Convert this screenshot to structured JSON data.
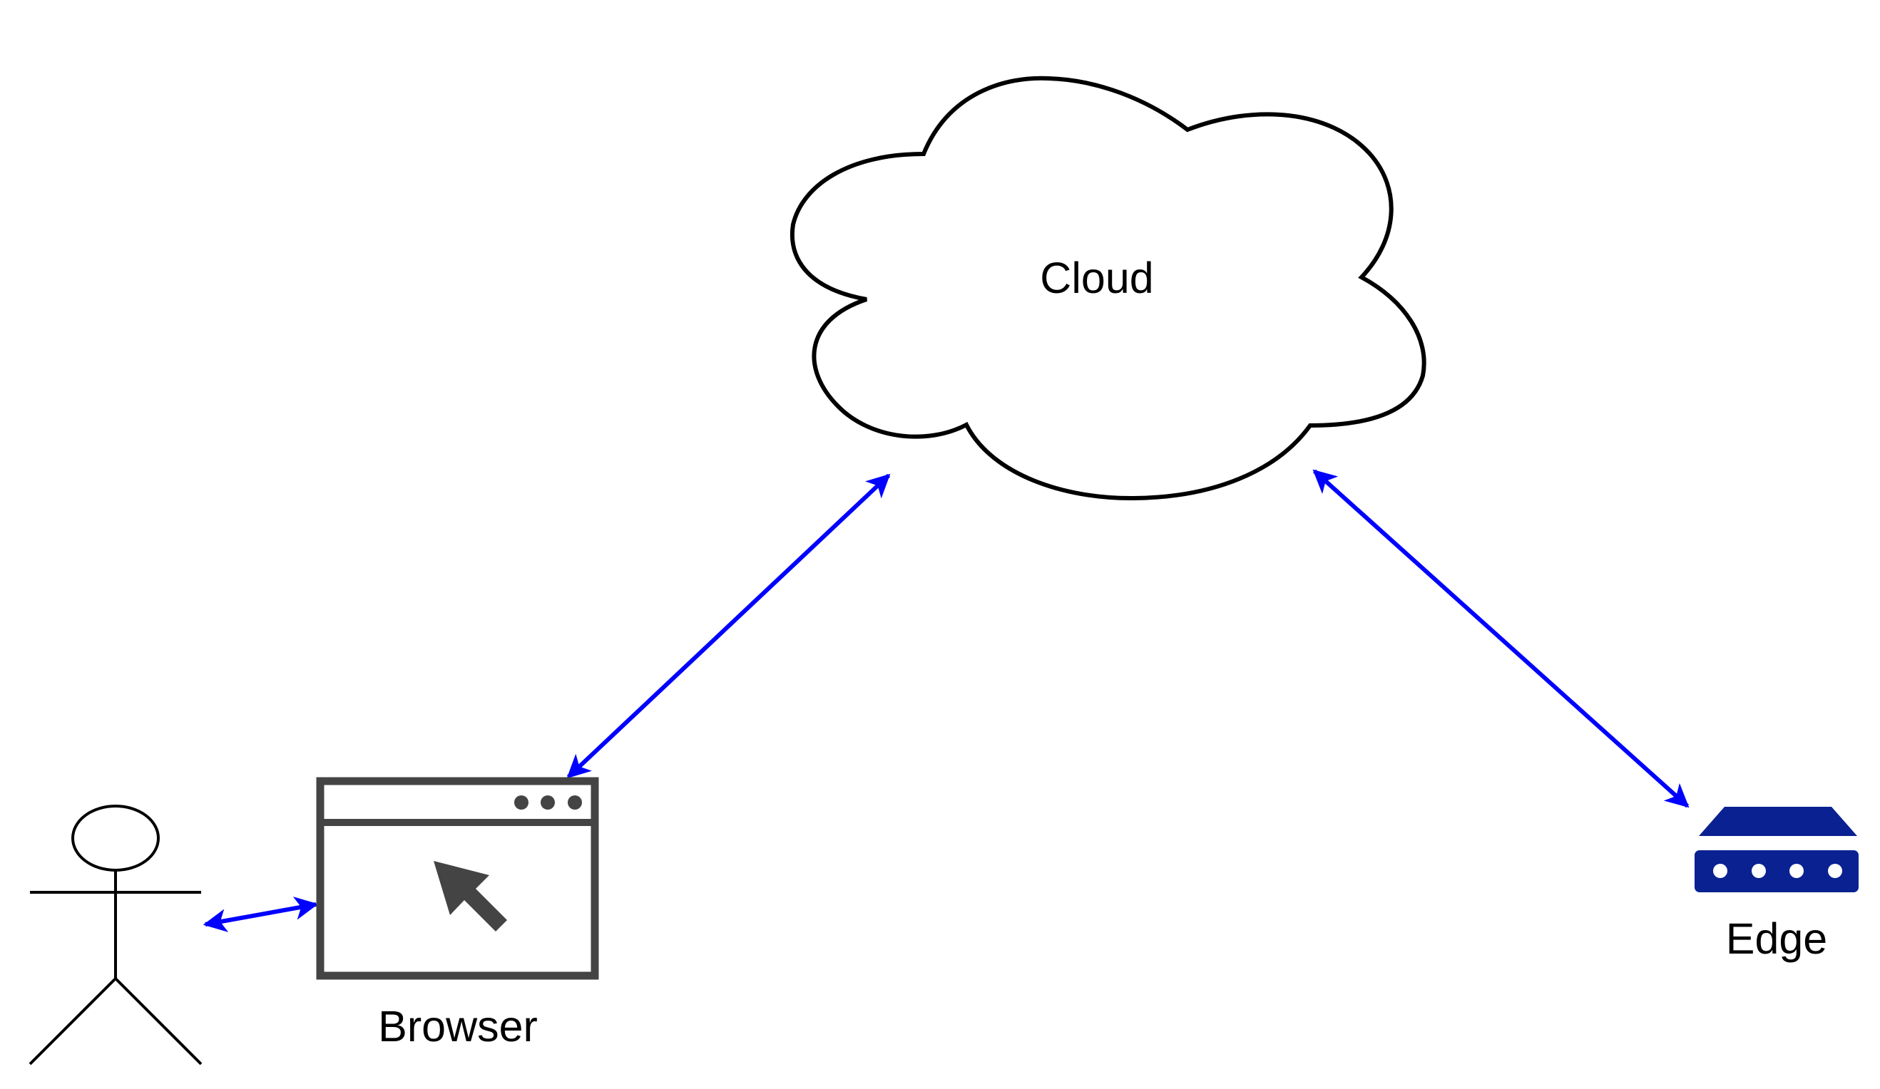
{
  "nodes": {
    "cloud": {
      "label": "Cloud",
      "icon": "cloud-shape"
    },
    "browser": {
      "label": "Browser",
      "icon": "browser-window-icon"
    },
    "edge": {
      "label": "Edge",
      "icon": "edge-device-icon"
    },
    "user": {
      "icon": "stick-figure-icon"
    }
  },
  "colors": {
    "connector": "#0000ff",
    "browser_icon": "#444444",
    "edge_icon": "#0a2191",
    "outline": "#000000"
  }
}
